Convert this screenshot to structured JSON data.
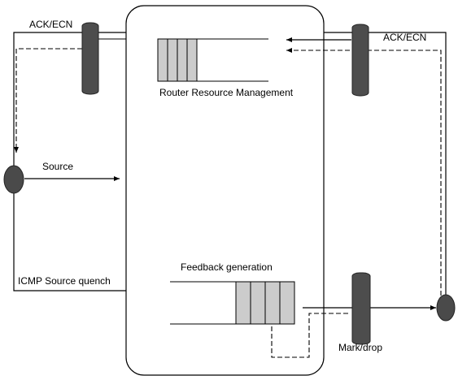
{
  "labels": {
    "ack_ecn_left": "ACK/ECN",
    "ack_ecn_right": "ACK/ECN",
    "router_resource_management": "Router Resource Management",
    "source": "Source",
    "feedback_generation": "Feedback generation",
    "icmp_source_quench": "ICMP Source quench",
    "mark_drop": "Mark/drop"
  },
  "colors": {
    "line": "#000000",
    "node_fill": "#4a4a4a",
    "pipe_fill": "#4d4d4d",
    "queue_cell_fill": "#cccccc"
  }
}
